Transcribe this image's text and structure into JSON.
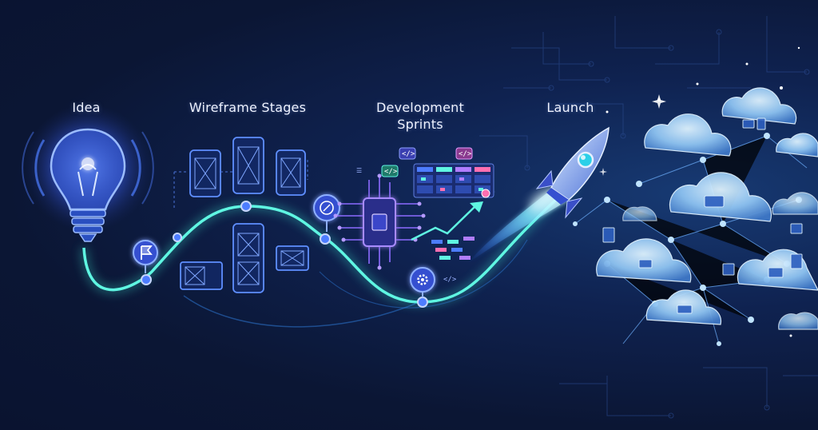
{
  "stages": [
    {
      "label": "Idea",
      "icon": "lightbulb-icon"
    },
    {
      "label": "Wireframe Stages",
      "icon": "wireframe-icon"
    },
    {
      "label": "Development Sprints",
      "icon": "chip-icon"
    },
    {
      "label": "Launch",
      "icon": "rocket-icon"
    }
  ],
  "colors": {
    "path": "#3ff0d8",
    "accent": "#4d7dff",
    "bg": "#0b1634"
  }
}
